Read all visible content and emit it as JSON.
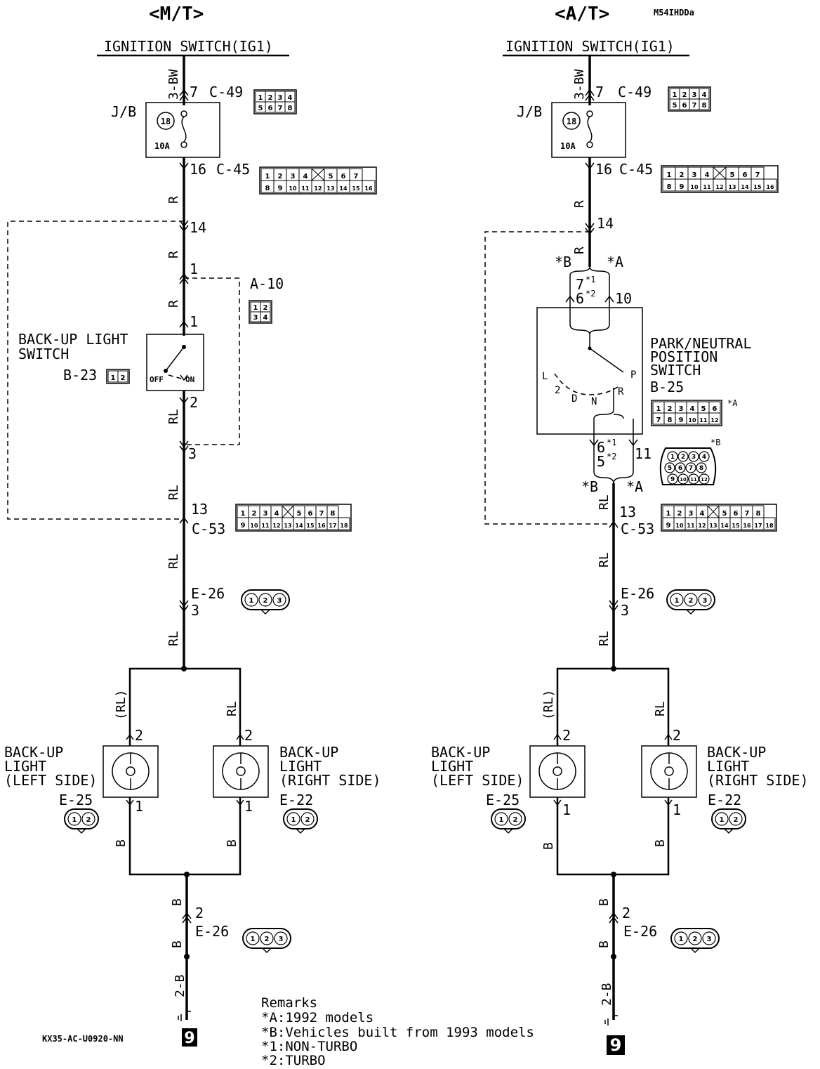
{
  "left": {
    "title": "<M/T>",
    "source": "IGNITION SWITCH(IG1)",
    "wire_top": "3-BW",
    "c49_pin": "7",
    "c49": "C-49",
    "jb": "J/B",
    "fuse_no": "18",
    "fuse_amp": "10A",
    "c45_pin": "16",
    "c45": "C-45",
    "wire_r1": "R",
    "pin14": "14",
    "wire_r2": "R",
    "pin1a": "1",
    "a10": "A-10",
    "wire_r3": "R",
    "pin1b": "1",
    "bul_switch_1": "BACK-UP LIGHT",
    "bul_switch_2": "SWITCH",
    "b23": "B-23",
    "off": "OFF",
    "on": "ON",
    "pin2": "2",
    "wire_rl1": "RL",
    "pin3": "3",
    "wire_rl2": "RL",
    "pin13": "13",
    "c53": "C-53",
    "wire_rl3": "RL",
    "e26a": "E-26",
    "pin3b": "3",
    "wire_rl4": "RL",
    "wire_rl_left": "(RL)",
    "wire_rl_right": "RL",
    "lamp_l_pin2": "2",
    "lamp_r_pin2": "2",
    "lamp_l_1": "BACK-UP",
    "lamp_l_2": "LIGHT",
    "lamp_l_3": "(LEFT SIDE)",
    "lamp_r_1": "BACK-UP",
    "lamp_r_2": "LIGHT",
    "lamp_r_3": "(RIGHT SIDE)",
    "e25": "E-25",
    "e22": "E-22",
    "lamp_l_pin1": "1",
    "lamp_r_pin1": "1",
    "wire_b_l": "B",
    "wire_b_r": "B",
    "wire_b1": "B",
    "pin2b": "2",
    "e26b": "E-26",
    "wire_b2": "B",
    "wire_2b": "2-B",
    "ground": "9"
  },
  "right": {
    "title": "<A/T>",
    "code": "M54IHDDa",
    "source": "IGNITION SWITCH(IG1)",
    "wire_top": "3-BW",
    "c49_pin": "7",
    "c49": "C-49",
    "jb": "J/B",
    "fuse_no": "18",
    "fuse_amp": "10A",
    "c45_pin": "16",
    "c45": "C-45",
    "wire_r1": "R",
    "pin14": "14",
    "wire_r2": "R",
    "mark_b": "*B",
    "mark_a": "*A",
    "pin7": "7",
    "note1": "*1",
    "pin6": "6",
    "note2": "*2",
    "pin10": "10",
    "pnp_1": "PARK/NEUTRAL",
    "pnp_2": "POSITION",
    "pnp_3": "SWITCH",
    "b25": "B-25",
    "b25_a": "*A",
    "b25_b": "*B",
    "sel_l": "L",
    "sel_2": "2",
    "sel_d": "D",
    "sel_n": "N",
    "sel_r": "R",
    "sel_p": "P",
    "pin6b": "6",
    "note1b": "*1",
    "pin5": "5",
    "note2b": "*2",
    "pin11": "11",
    "mark_b2": "*B",
    "mark_a2": "*A",
    "wire_rl1": "RL",
    "pin13": "13",
    "c53": "C-53",
    "wire_rl2": "RL",
    "e26a": "E-26",
    "pin3": "3",
    "wire_rl3": "RL",
    "wire_rl_left": "(RL)",
    "wire_rl_right": "RL",
    "lamp_l_pin2": "2",
    "lamp_r_pin2": "2",
    "lamp_l_1": "BACK-UP",
    "lamp_l_2": "LIGHT",
    "lamp_l_3": "(LEFT SIDE)",
    "lamp_r_1": "BACK-UP",
    "lamp_r_2": "LIGHT",
    "lamp_r_3": "(RIGHT SIDE)",
    "e25": "E-25",
    "e22": "E-22",
    "lamp_l_pin1": "1",
    "lamp_r_pin1": "1",
    "wire_b_l": "B",
    "wire_b_r": "B",
    "wire_b1": "B",
    "pin2b": "2",
    "e26b": "E-26",
    "wire_b2": "B",
    "wire_2b": "2-B",
    "ground": "9"
  },
  "remarks": {
    "title": "Remarks",
    "a": "*A:1992 models",
    "b": "*B:Vehicles built from 1993 models",
    "n1": "*1:NON-TURBO",
    "n2": "*2:TURBO"
  },
  "footer_code": "KX35-AC-U0920-NN",
  "connectors": {
    "c49": [
      "1",
      "2",
      "3",
      "4",
      "5",
      "6",
      "7",
      "8"
    ],
    "c45_top": [
      "1",
      "2",
      "3",
      "4",
      "",
      "5",
      "6",
      "7"
    ],
    "c45_bot": [
      "8",
      "9",
      "10",
      "11",
      "12",
      "13",
      "14",
      "15",
      "16"
    ],
    "c53_top": [
      "1",
      "2",
      "3",
      "4",
      "",
      "5",
      "6",
      "7",
      "8"
    ],
    "c53_bot": [
      "9",
      "10",
      "11",
      "12",
      "13",
      "14",
      "15",
      "16",
      "17",
      "18"
    ],
    "a10": [
      "1",
      "2",
      "3",
      "4"
    ],
    "two_pin": [
      "1",
      "2"
    ],
    "three_pin": [
      "1",
      "2",
      "3"
    ],
    "b25_top": [
      "1",
      "2",
      "3",
      "4",
      "5",
      "6"
    ],
    "b25_bot": [
      "7",
      "8",
      "9",
      "10",
      "11",
      "12"
    ],
    "b25_round": [
      "1",
      "2",
      "3",
      "4",
      "5",
      "6",
      "7",
      "8",
      "9",
      "10",
      "11",
      "12"
    ]
  }
}
